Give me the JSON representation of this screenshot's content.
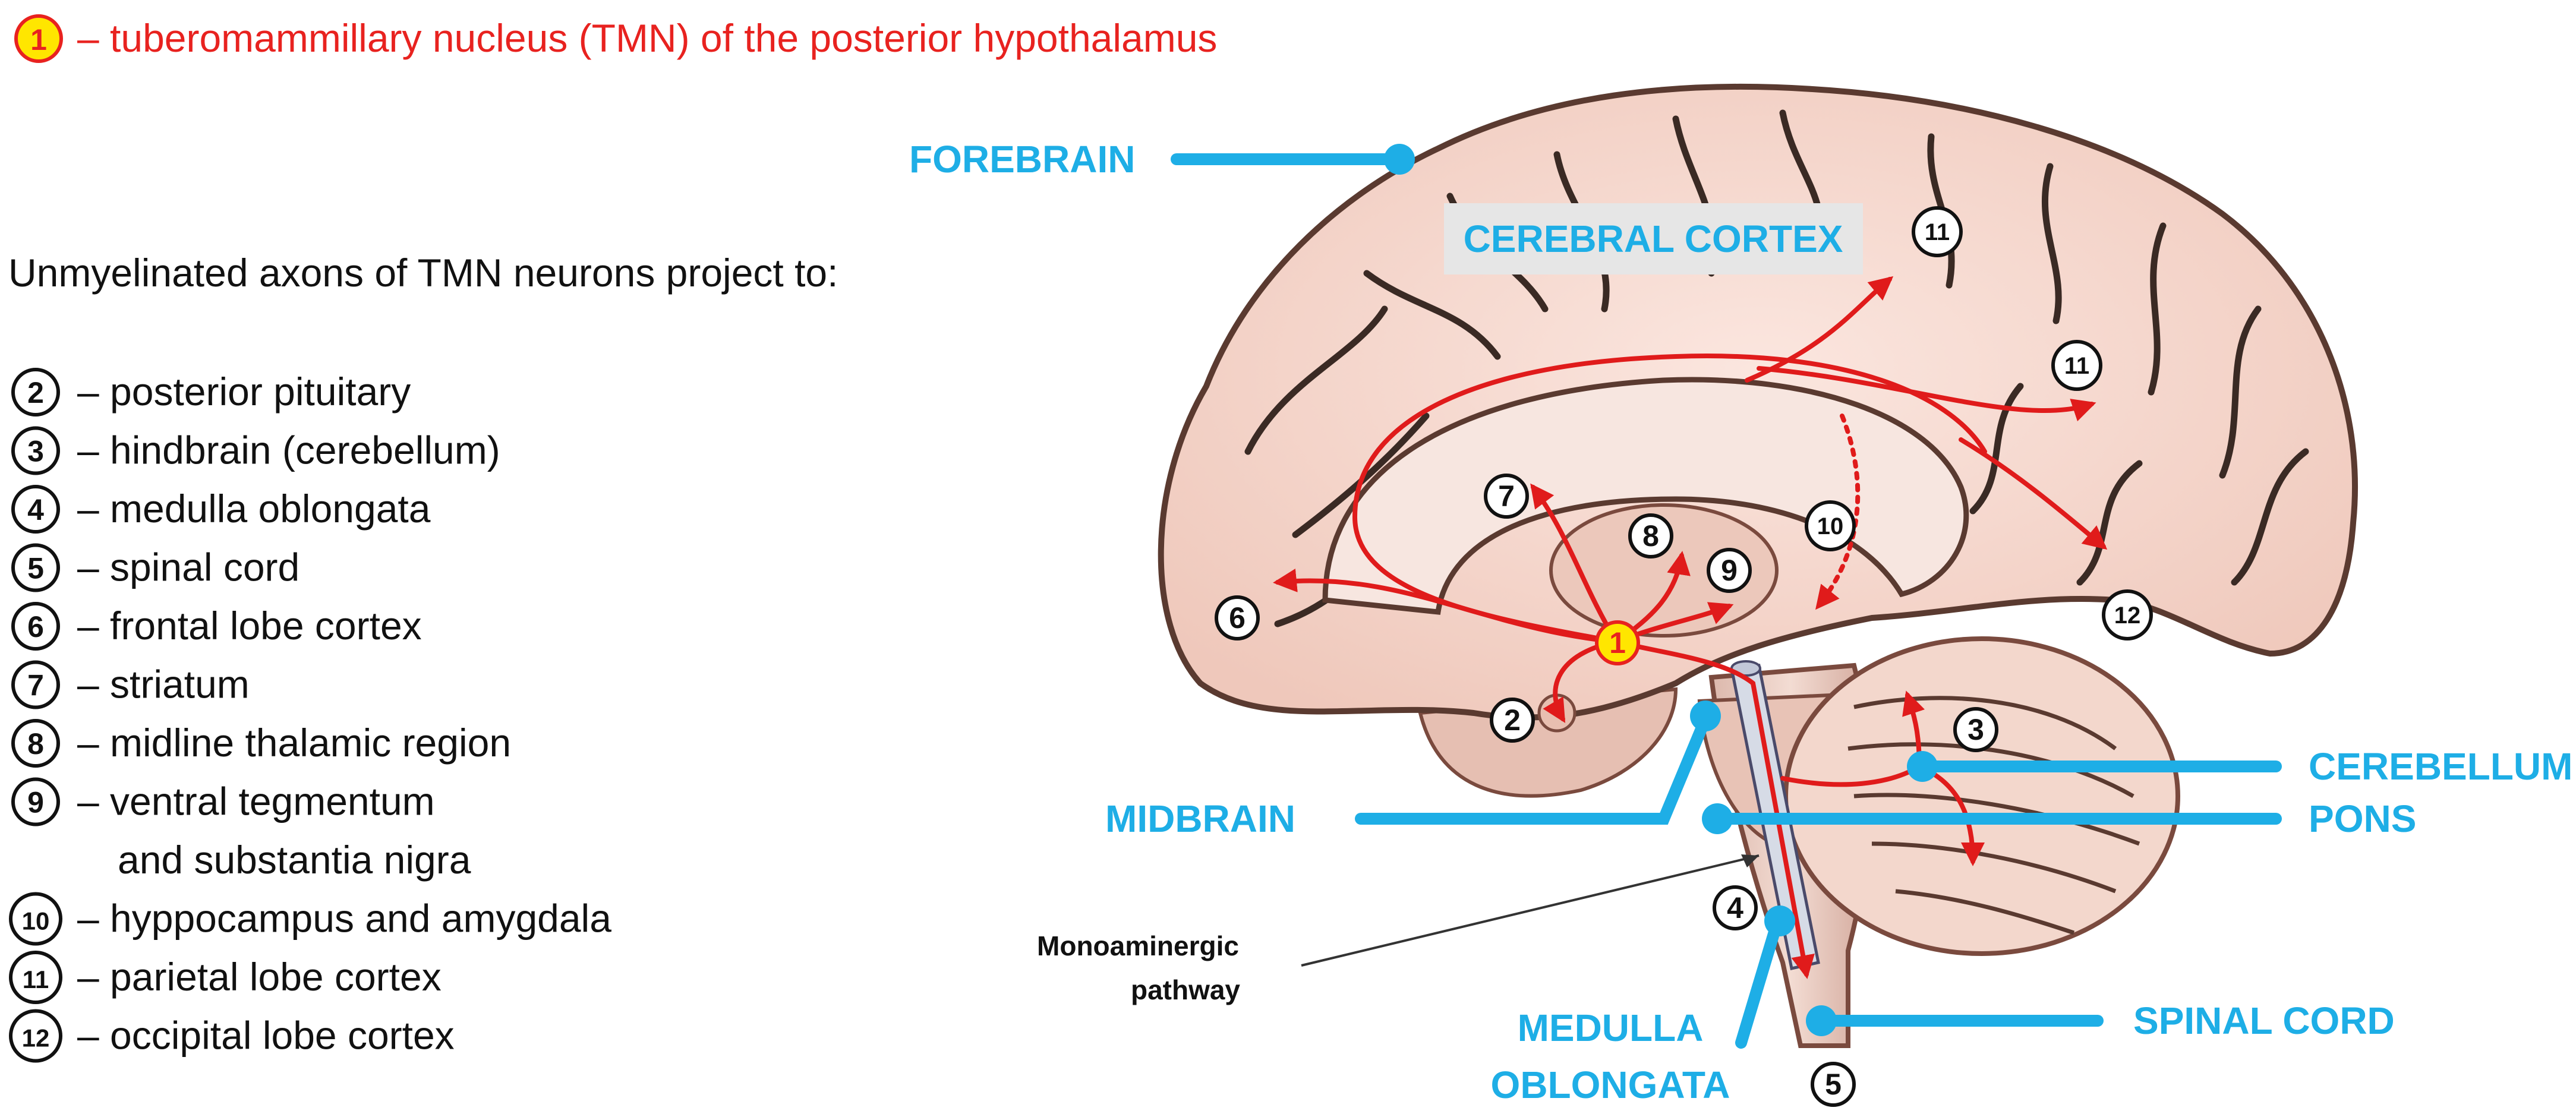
{
  "title": {
    "number": "1",
    "text": "– tuberomammillary nucleus (TMN) of the posterior hypothalamus"
  },
  "intro": "Unmyelinated  axons of TMN neurons project to:",
  "legend": [
    {
      "number": "2",
      "text": "– posterior pituitary"
    },
    {
      "number": "3",
      "text": "– hindbrain (cerebellum)"
    },
    {
      "number": "4",
      "text": "– medulla oblongata"
    },
    {
      "number": "5",
      "text": "– spinal cord"
    },
    {
      "number": "6",
      "text": "– frontal lobe cortex"
    },
    {
      "number": "7",
      "text": "– striatum"
    },
    {
      "number": "8",
      "text": "– midline thalamic region"
    },
    {
      "number": "9",
      "text": "– ventral tegmentum"
    },
    {
      "number": "",
      "text": "and substantia nigra"
    },
    {
      "number": "10",
      "text": "– hyppocampus and amygdala"
    },
    {
      "number": "11",
      "text": "– parietal lobe cortex"
    },
    {
      "number": "12",
      "text": "– occipital lobe cortex"
    }
  ],
  "regions": {
    "forebrain": "FOREBRAIN",
    "cerebral_cortex": "CEREBRAL CORTEX",
    "cerebellum": "CEREBELLUM",
    "pons": "PONS",
    "midbrain": "MIDBRAIN",
    "medulla_line1": "MEDULLA",
    "medulla_line2": "OBLONGATA",
    "spinal_cord": "SPINAL CORD"
  },
  "pathway_label": {
    "line1": "Monoaminergic",
    "line2": "pathway"
  },
  "markers": {
    "tmn": "1",
    "posterior_pituitary": "2",
    "cerebellum": "3",
    "medulla": "4",
    "spinal_cord": "5",
    "frontal": "6",
    "striatum": "7",
    "thalamic": "8",
    "tegmentum": "9",
    "hippocampus": "10",
    "parietal_a": "11",
    "parietal_b": "11",
    "occipital": "12"
  },
  "colors": {
    "accent_red": "#e8221f",
    "label_blue": "#1eaee6",
    "tmn_fill": "#ffe600",
    "brain_fill": "#f6d8cf",
    "cortex_label_bg": "#e6e6e6"
  }
}
